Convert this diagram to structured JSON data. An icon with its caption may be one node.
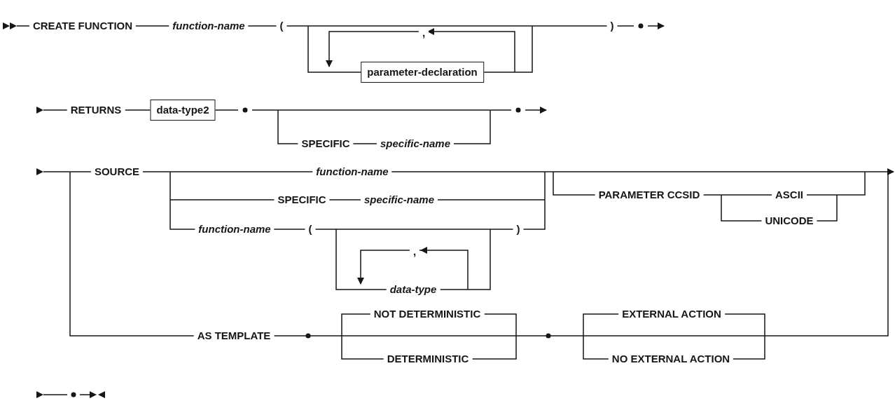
{
  "diagram": {
    "nodes": [
      {
        "text": [
          "parameter-declaration"
        ]
      },
      {
        "text": [
          "data-type2"
        ]
      }
    ],
    "edges": [],
    "labels": [
      "CREATE FUNCTION",
      "function-name",
      "(",
      ",",
      ")",
      "RETURNS",
      "SPECIFIC",
      "specific-name",
      "SOURCE",
      "function-name",
      "SPECIFIC",
      "specific-name",
      "PARAMETER CCSID",
      "ASCII",
      "UNICODE",
      "function-name",
      "(",
      ")",
      ",",
      "data-type",
      "AS TEMPLATE",
      "NOT DETERMINISTIC",
      "EXTERNAL ACTION",
      "DETERMINISTIC",
      "NO EXTERNAL ACTION"
    ]
  }
}
